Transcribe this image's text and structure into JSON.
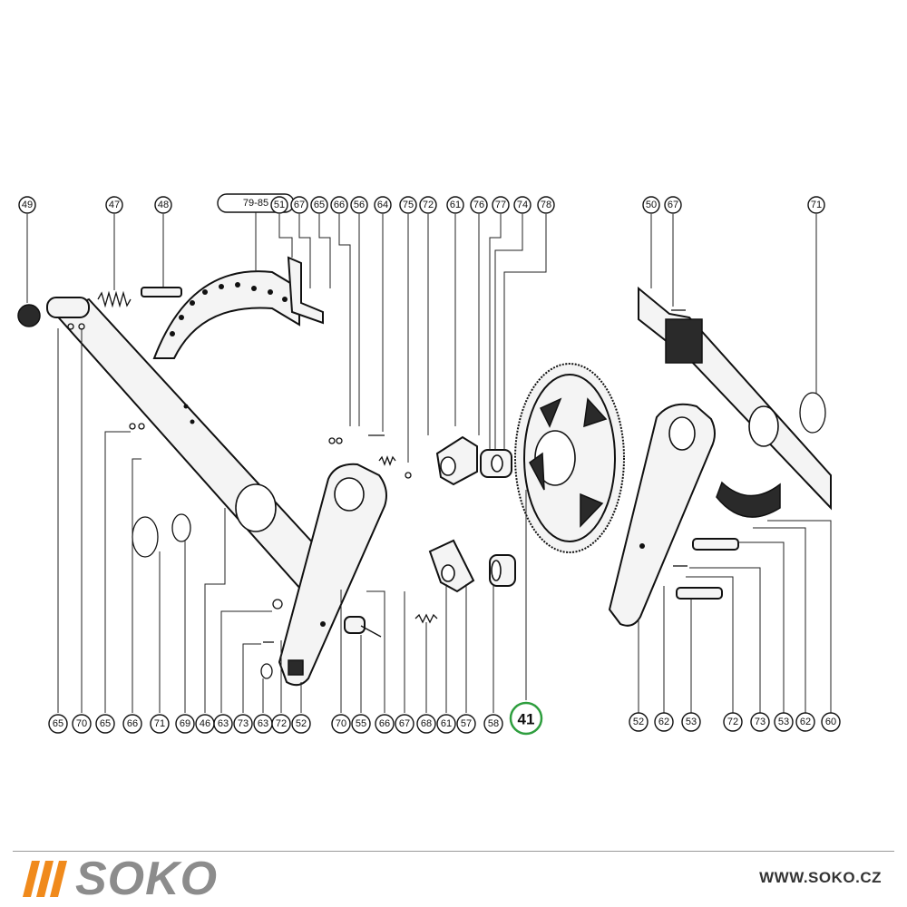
{
  "diagram": {
    "callouts_top": [
      "49",
      "47",
      "48",
      "79-85",
      "51",
      "67",
      "65",
      "66",
      "56",
      "64",
      "75",
      "72",
      "61",
      "76",
      "77",
      "74",
      "78",
      "50",
      "67",
      "71"
    ],
    "callouts_bottom": [
      "65",
      "70",
      "65",
      "66",
      "71",
      "69",
      "46",
      "63",
      "73",
      "63",
      "72",
      "52",
      "70",
      "55",
      "66",
      "67",
      "68",
      "61",
      "57",
      "58",
      "52",
      "62",
      "53",
      "72",
      "73",
      "53",
      "62",
      "60"
    ],
    "assembly_number": "41",
    "assembly_ring_color": "#2e9e3e"
  },
  "footer": {
    "brand": "SOKO",
    "url": "WWW.SOKO.CZ",
    "brand_accent_color": "#f08a1c",
    "brand_text_color": "#8c8c8c",
    "stripe_icon": "three-slanted-stripes-icon"
  }
}
